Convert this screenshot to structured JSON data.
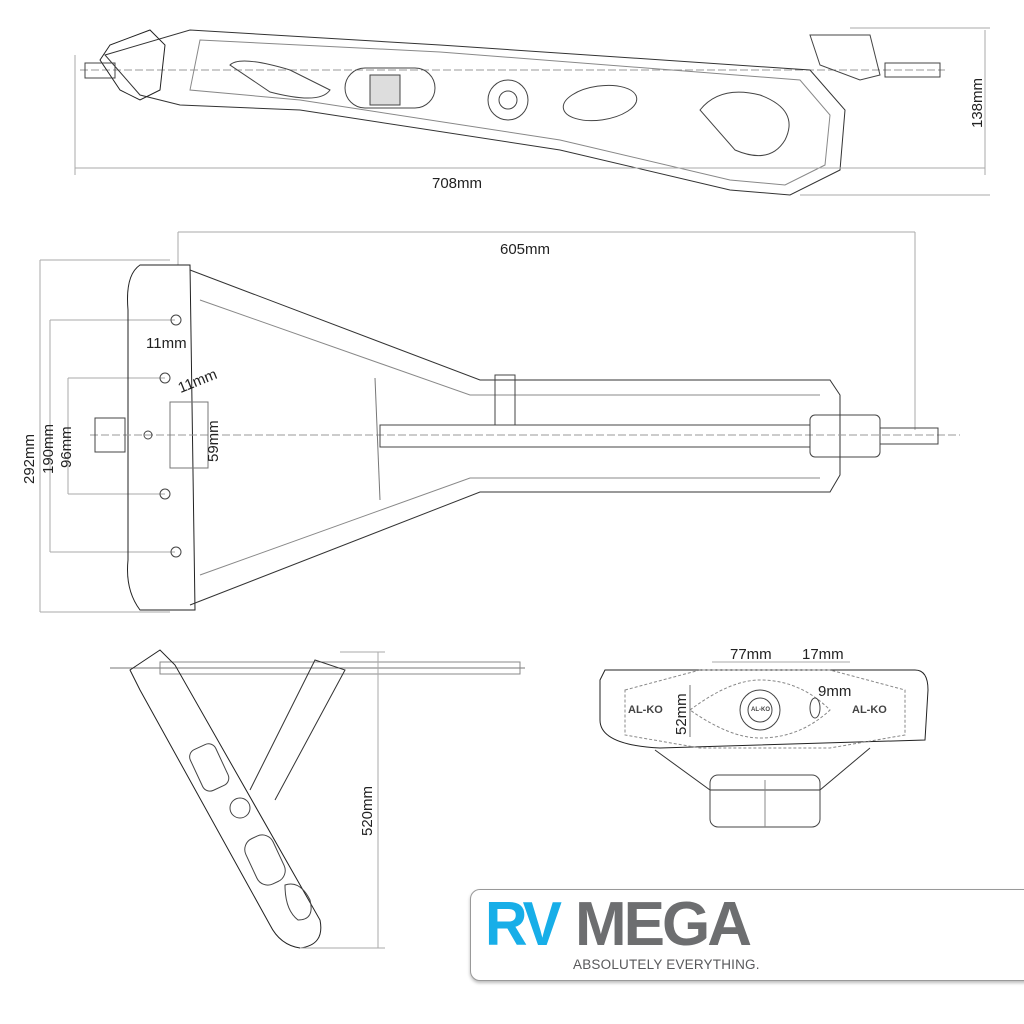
{
  "top_view": {
    "length_label": "708mm",
    "height_label": "138mm"
  },
  "plan_view": {
    "length_label": "605mm",
    "width_label": "292mm",
    "hole_spacing_outer_label": "190mm",
    "hole_spacing_inner_label": "96mm",
    "slot_label": "59mm",
    "hole_dia_label_1": "11mm",
    "hole_dia_label_2": "11mm"
  },
  "side_view": {
    "height_label": "520mm"
  },
  "foot_view": {
    "width_label": "77mm",
    "offset_label": "17mm",
    "hole_label": "9mm",
    "depth_label": "52mm",
    "brand_left": "AL-KO",
    "brand_center": "AL-KO",
    "brand_right": "AL-KO"
  },
  "logo": {
    "rv": "RV",
    "mega": "MEGA",
    "tagline": "ABSOLUTELY EVERYTHING.",
    "rv_color": "#17aee8",
    "mega_color": "#6d6e70"
  }
}
